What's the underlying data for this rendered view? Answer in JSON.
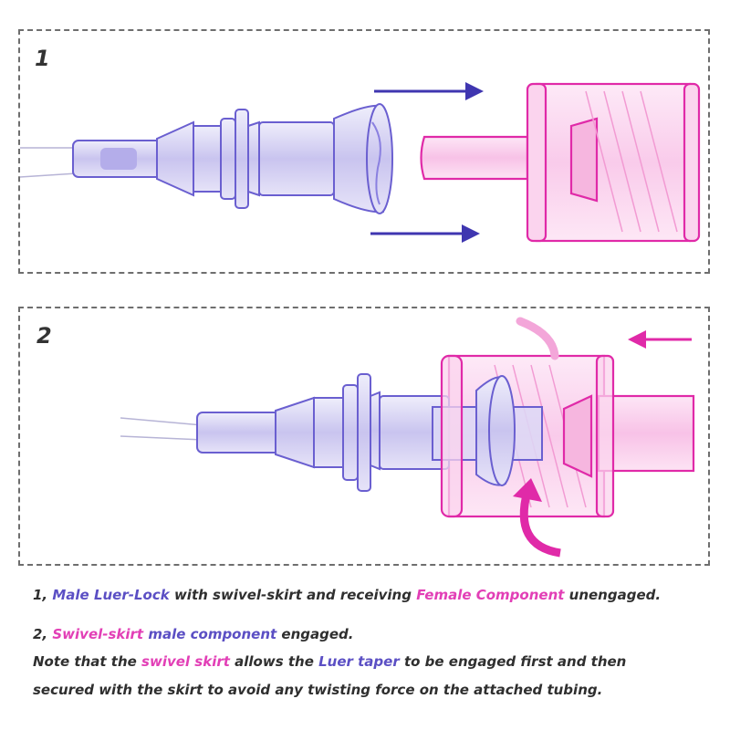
{
  "panels": [
    {
      "number": "1"
    },
    {
      "number": "2"
    }
  ],
  "captions": {
    "line1": {
      "prefix": "1, ",
      "male_term": "Male Luer-Lock",
      "mid": " with swivel-skirt and receiving ",
      "female_term": "Female Component",
      "suffix": " unengaged."
    },
    "line2": {
      "prefix": "2, ",
      "female_term": "Swivel-skirt",
      "space": " ",
      "male_term": "male component",
      "suffix": " engaged."
    },
    "note": {
      "part1": "Note that the ",
      "female_term": "swivel skirt",
      "part2": " allows the ",
      "male_term": "Luer taper",
      "part3": " to be engaged first and then",
      "line2": "secured with the skirt to avoid any twisting force on the attached tubing."
    }
  },
  "colors": {
    "male": "#5b4fc4",
    "female": "#e23fb6",
    "arrow_blue": "#3f36b0",
    "arrow_pink": "#e02aa8",
    "border": "#6e6e6e"
  }
}
